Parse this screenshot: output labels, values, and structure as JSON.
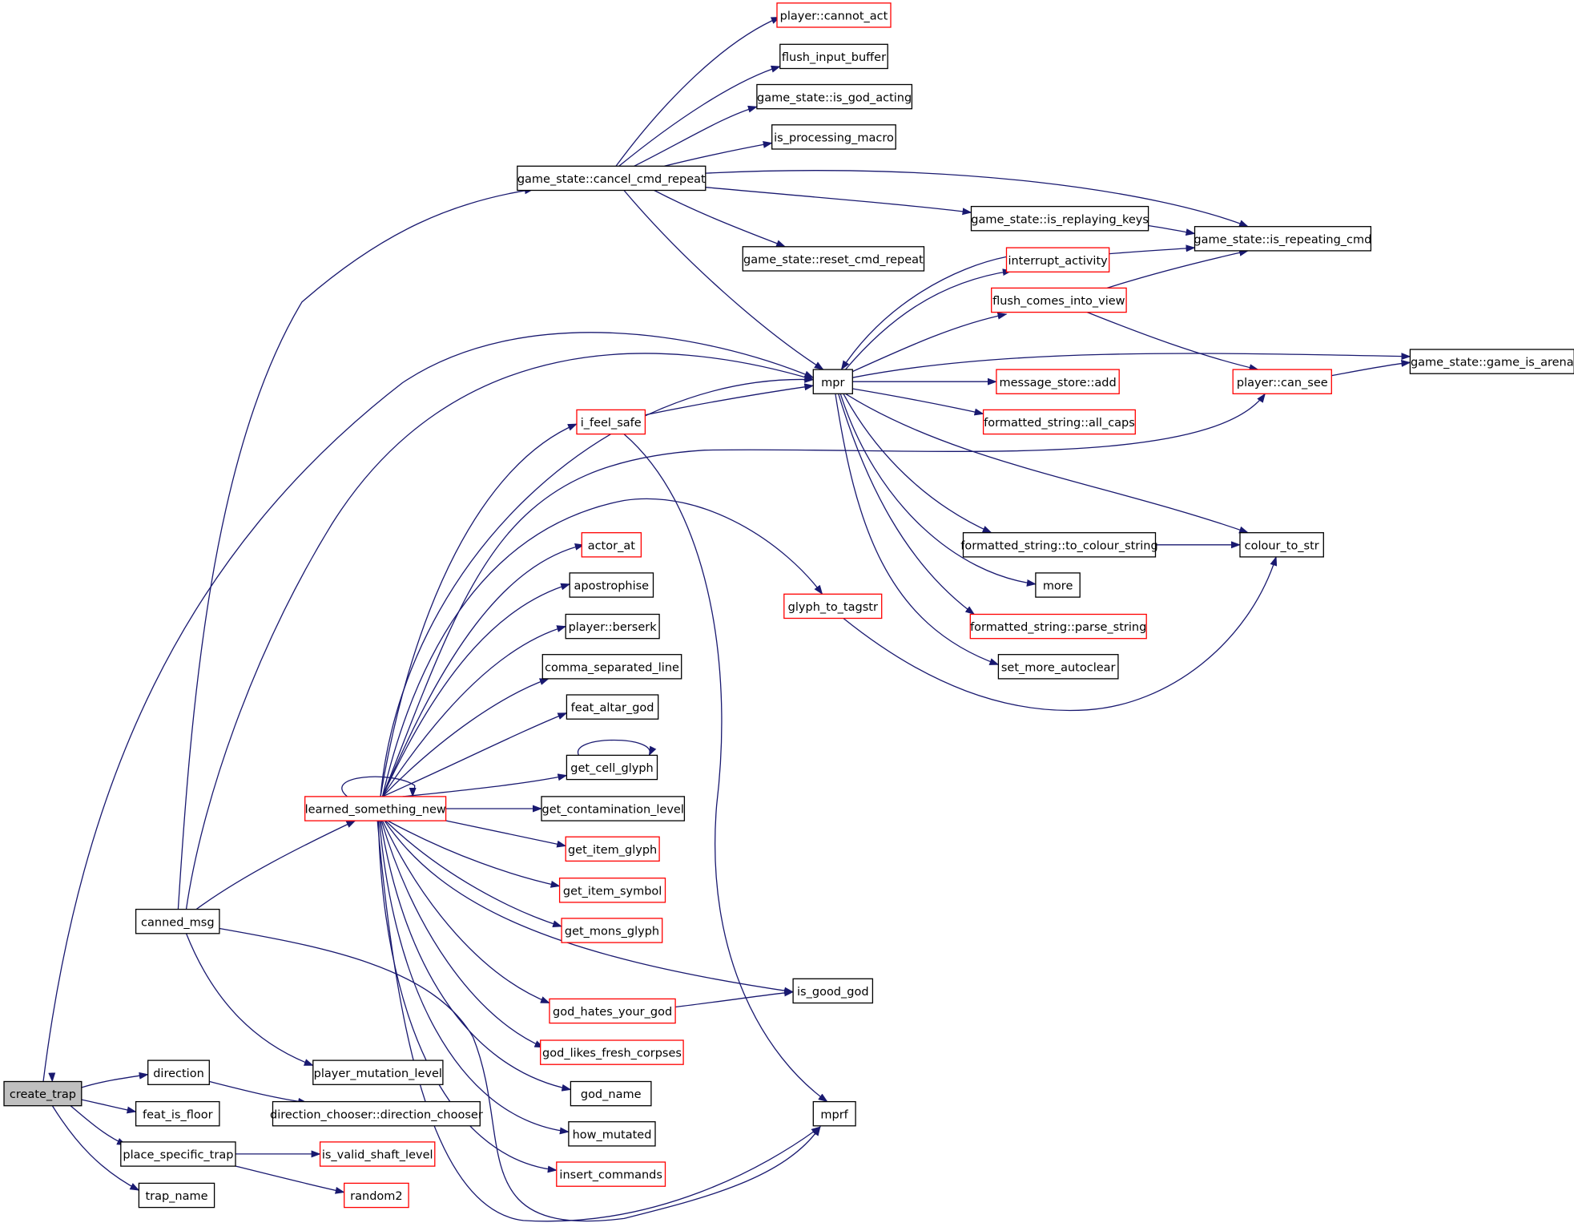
{
  "colors": {
    "edge": "#191970",
    "node_border_default": "#000000",
    "node_border_truncated": "#ff0000",
    "root_fill": "#bfbfbf",
    "node_fill": "#ffffff",
    "text": "#000000"
  },
  "nodes": [
    {
      "id": "create_trap",
      "label": "create_trap",
      "style": "root"
    },
    {
      "id": "canned_msg",
      "label": "canned_msg",
      "style": "normal"
    },
    {
      "id": "direction",
      "label": "direction",
      "style": "normal"
    },
    {
      "id": "feat_is_floor",
      "label": "feat_is_floor",
      "style": "normal"
    },
    {
      "id": "place_specific_trap",
      "label": "place_specific_trap",
      "style": "normal"
    },
    {
      "id": "trap_name",
      "label": "trap_name",
      "style": "normal"
    },
    {
      "id": "game_state_cancel_cmd_repeat",
      "label": "game_state::cancel_cmd_repeat",
      "style": "normal"
    },
    {
      "id": "mpr",
      "label": "mpr",
      "style": "normal"
    },
    {
      "id": "learned_something_new",
      "label": "learned_something_new",
      "style": "truncated"
    },
    {
      "id": "player_mutation_level",
      "label": "player_mutation_level",
      "style": "normal"
    },
    {
      "id": "direction_chooser",
      "label": "direction_chooser::direction_chooser",
      "style": "normal"
    },
    {
      "id": "is_valid_shaft_level",
      "label": "is_valid_shaft_level",
      "style": "truncated"
    },
    {
      "id": "random2",
      "label": "random2",
      "style": "truncated"
    },
    {
      "id": "player_cannot_act",
      "label": "player::cannot_act",
      "style": "truncated"
    },
    {
      "id": "flush_input_buffer",
      "label": "flush_input_buffer",
      "style": "normal"
    },
    {
      "id": "game_state_is_god_acting",
      "label": "game_state::is_god_acting",
      "style": "normal"
    },
    {
      "id": "is_processing_macro",
      "label": "is_processing_macro",
      "style": "normal"
    },
    {
      "id": "game_state_is_replaying_keys",
      "label": "game_state::is_replaying_keys",
      "style": "normal"
    },
    {
      "id": "game_state_is_repeating_cmd",
      "label": "game_state::is_repeating_cmd",
      "style": "normal"
    },
    {
      "id": "game_state_reset_cmd_repeat",
      "label": "game_state::reset_cmd_repeat",
      "style": "normal"
    },
    {
      "id": "interrupt_activity",
      "label": "interrupt_activity",
      "style": "truncated"
    },
    {
      "id": "flush_comes_into_view",
      "label": "flush_comes_into_view",
      "style": "truncated"
    },
    {
      "id": "game_state_game_is_arena",
      "label": "game_state::game_is_arena",
      "style": "normal"
    },
    {
      "id": "message_store_add",
      "label": "message_store::add",
      "style": "truncated"
    },
    {
      "id": "formatted_string_all_caps",
      "label": "formatted_string::all_caps",
      "style": "truncated"
    },
    {
      "id": "player_can_see",
      "label": "player::can_see",
      "style": "truncated"
    },
    {
      "id": "formatted_string_to_colour_string",
      "label": "formatted_string::to_colour_string",
      "style": "normal"
    },
    {
      "id": "colour_to_str",
      "label": "colour_to_str",
      "style": "normal"
    },
    {
      "id": "more",
      "label": "more",
      "style": "normal"
    },
    {
      "id": "formatted_string_parse_string",
      "label": "formatted_string::parse_string",
      "style": "truncated"
    },
    {
      "id": "set_more_autoclear",
      "label": "set_more_autoclear",
      "style": "normal"
    },
    {
      "id": "i_feel_safe",
      "label": "i_feel_safe",
      "style": "truncated"
    },
    {
      "id": "actor_at",
      "label": "actor_at",
      "style": "truncated"
    },
    {
      "id": "apostrophise",
      "label": "apostrophise",
      "style": "normal"
    },
    {
      "id": "player_berserk",
      "label": "player::berserk",
      "style": "normal"
    },
    {
      "id": "comma_separated_line",
      "label": "comma_separated_line",
      "style": "normal"
    },
    {
      "id": "feat_altar_god",
      "label": "feat_altar_god",
      "style": "normal"
    },
    {
      "id": "get_cell_glyph",
      "label": "get_cell_glyph",
      "style": "normal"
    },
    {
      "id": "get_contamination_level",
      "label": "get_contamination_level",
      "style": "normal"
    },
    {
      "id": "get_item_glyph",
      "label": "get_item_glyph",
      "style": "truncated"
    },
    {
      "id": "get_item_symbol",
      "label": "get_item_symbol",
      "style": "truncated"
    },
    {
      "id": "get_mons_glyph",
      "label": "get_mons_glyph",
      "style": "truncated"
    },
    {
      "id": "is_good_god",
      "label": "is_good_god",
      "style": "normal"
    },
    {
      "id": "god_hates_your_god",
      "label": "god_hates_your_god",
      "style": "truncated"
    },
    {
      "id": "god_likes_fresh_corpses",
      "label": "god_likes_fresh_corpses",
      "style": "truncated"
    },
    {
      "id": "god_name",
      "label": "god_name",
      "style": "normal"
    },
    {
      "id": "how_mutated",
      "label": "how_mutated",
      "style": "normal"
    },
    {
      "id": "insert_commands",
      "label": "insert_commands",
      "style": "truncated"
    },
    {
      "id": "glyph_to_tagstr",
      "label": "glyph_to_tagstr",
      "style": "truncated"
    },
    {
      "id": "mprf",
      "label": "mprf",
      "style": "normal"
    }
  ],
  "edges": [
    [
      "create_trap",
      "canned_msg"
    ],
    [
      "create_trap",
      "direction"
    ],
    [
      "create_trap",
      "feat_is_floor"
    ],
    [
      "create_trap",
      "place_specific_trap"
    ],
    [
      "create_trap",
      "trap_name"
    ],
    [
      "create_trap",
      "mpr"
    ],
    [
      "canned_msg",
      "game_state_cancel_cmd_repeat"
    ],
    [
      "canned_msg",
      "mpr"
    ],
    [
      "canned_msg",
      "learned_something_new"
    ],
    [
      "canned_msg",
      "player_mutation_level"
    ],
    [
      "canned_msg",
      "mprf"
    ],
    [
      "direction",
      "direction_chooser"
    ],
    [
      "place_specific_trap",
      "is_valid_shaft_level"
    ],
    [
      "place_specific_trap",
      "random2"
    ],
    [
      "game_state_cancel_cmd_repeat",
      "player_cannot_act"
    ],
    [
      "game_state_cancel_cmd_repeat",
      "flush_input_buffer"
    ],
    [
      "game_state_cancel_cmd_repeat",
      "game_state_is_god_acting"
    ],
    [
      "game_state_cancel_cmd_repeat",
      "is_processing_macro"
    ],
    [
      "game_state_cancel_cmd_repeat",
      "game_state_is_replaying_keys"
    ],
    [
      "game_state_cancel_cmd_repeat",
      "game_state_is_repeating_cmd"
    ],
    [
      "game_state_cancel_cmd_repeat",
      "game_state_reset_cmd_repeat"
    ],
    [
      "game_state_cancel_cmd_repeat",
      "mpr"
    ],
    [
      "game_state_is_replaying_keys",
      "game_state_is_repeating_cmd"
    ],
    [
      "interrupt_activity",
      "game_state_is_repeating_cmd"
    ],
    [
      "interrupt_activity",
      "mpr"
    ],
    [
      "flush_comes_into_view",
      "game_state_is_repeating_cmd"
    ],
    [
      "flush_comes_into_view",
      "player_can_see"
    ],
    [
      "mpr",
      "interrupt_activity"
    ],
    [
      "mpr",
      "flush_comes_into_view"
    ],
    [
      "mpr",
      "game_state_game_is_arena"
    ],
    [
      "mpr",
      "message_store_add"
    ],
    [
      "mpr",
      "formatted_string_all_caps"
    ],
    [
      "mpr",
      "colour_to_str"
    ],
    [
      "mpr",
      "formatted_string_to_colour_string"
    ],
    [
      "mpr",
      "more"
    ],
    [
      "mpr",
      "formatted_string_parse_string"
    ],
    [
      "mpr",
      "set_more_autoclear"
    ],
    [
      "player_can_see",
      "game_state_game_is_arena"
    ],
    [
      "formatted_string_to_colour_string",
      "colour_to_str"
    ],
    [
      "glyph_to_tagstr",
      "colour_to_str"
    ],
    [
      "i_feel_safe",
      "mpr"
    ],
    [
      "i_feel_safe",
      "mprf"
    ],
    [
      "learned_something_new",
      "learned_something_new"
    ],
    [
      "learned_something_new",
      "mpr"
    ],
    [
      "learned_something_new",
      "i_feel_safe"
    ],
    [
      "learned_something_new",
      "player_can_see"
    ],
    [
      "learned_something_new",
      "glyph_to_tagstr"
    ],
    [
      "learned_something_new",
      "actor_at"
    ],
    [
      "learned_something_new",
      "apostrophise"
    ],
    [
      "learned_something_new",
      "player_berserk"
    ],
    [
      "learned_something_new",
      "comma_separated_line"
    ],
    [
      "learned_something_new",
      "feat_altar_god"
    ],
    [
      "learned_something_new",
      "get_cell_glyph"
    ],
    [
      "learned_something_new",
      "get_contamination_level"
    ],
    [
      "learned_something_new",
      "get_item_glyph"
    ],
    [
      "learned_something_new",
      "get_item_symbol"
    ],
    [
      "learned_something_new",
      "get_mons_glyph"
    ],
    [
      "learned_something_new",
      "is_good_god"
    ],
    [
      "learned_something_new",
      "god_hates_your_god"
    ],
    [
      "learned_something_new",
      "god_likes_fresh_corpses"
    ],
    [
      "learned_something_new",
      "god_name"
    ],
    [
      "learned_something_new",
      "how_mutated"
    ],
    [
      "learned_something_new",
      "insert_commands"
    ],
    [
      "learned_something_new",
      "mprf"
    ],
    [
      "get_cell_glyph",
      "get_cell_glyph"
    ],
    [
      "god_hates_your_god",
      "is_good_god"
    ]
  ]
}
